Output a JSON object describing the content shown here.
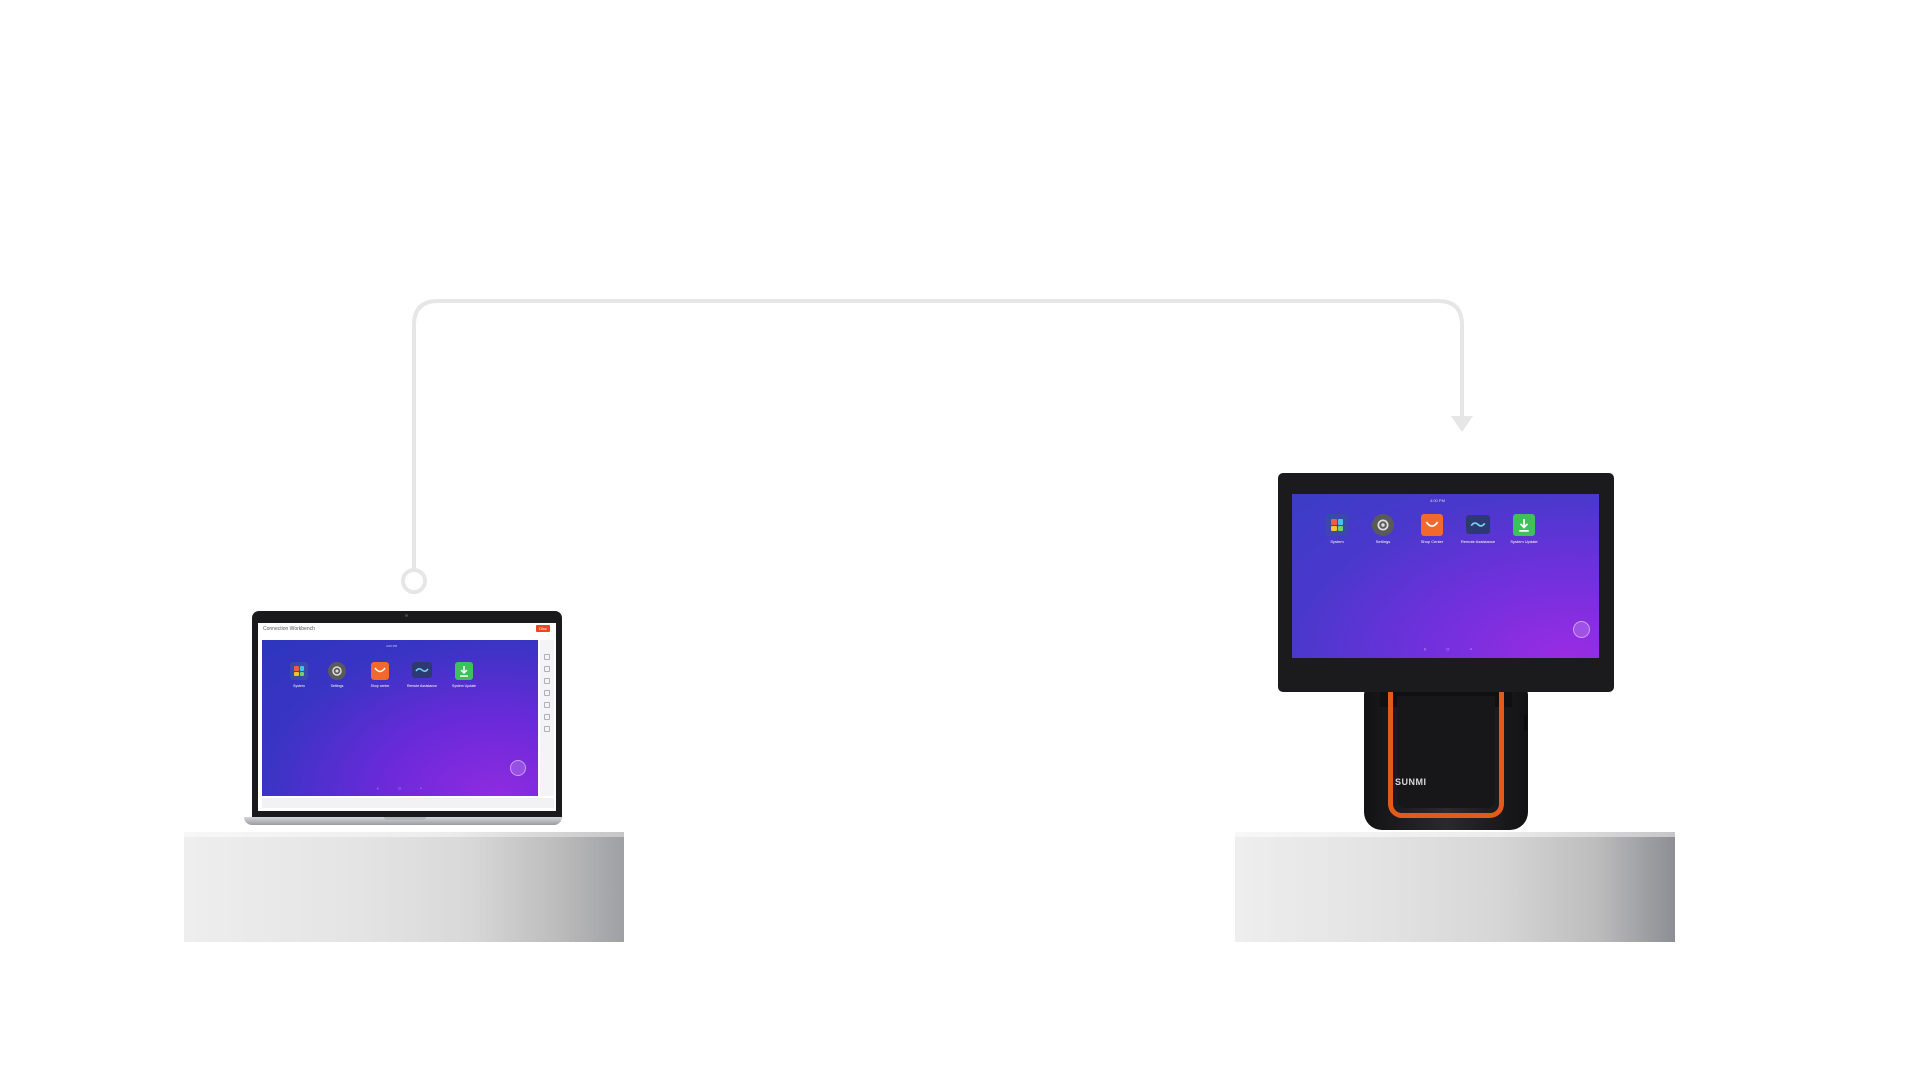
{
  "colors": {
    "accent_orange": "#e25a1c",
    "screen_purple": "#6a2ad9",
    "screen_blue": "#2c36bd",
    "connector": "#e6e6e6",
    "icon_settings": "#5a5a5a",
    "icon_store": "#f2692e",
    "icon_update": "#3ec15a"
  },
  "laptop": {
    "window_title": "Connection Workbench",
    "close_label": "Disc",
    "status_text": "4:00 PM",
    "apps": [
      {
        "label": "System",
        "icon": "grid-icon"
      },
      {
        "label": "Settings",
        "icon": "gear-icon"
      },
      {
        "label": "Shop center",
        "icon": "store-icon"
      },
      {
        "label": "Remote Assistance",
        "icon": "remote-icon"
      },
      {
        "label": "System Update",
        "icon": "download-icon"
      }
    ]
  },
  "pos": {
    "status_text": "4:00 PM",
    "brand": "SUNMI",
    "apps": [
      {
        "label": "System",
        "icon": "grid-icon"
      },
      {
        "label": "Settings",
        "icon": "gear-icon"
      },
      {
        "label": "Shop Center",
        "icon": "store-icon"
      },
      {
        "label": "Remote Assistance",
        "icon": "remote-icon"
      },
      {
        "label": "System Update",
        "icon": "download-icon"
      }
    ]
  }
}
